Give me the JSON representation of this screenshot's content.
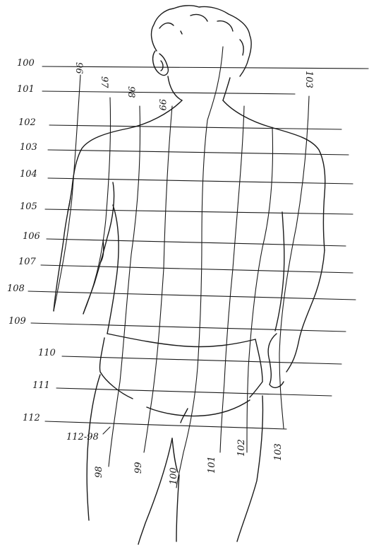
{
  "horizontal_labels": [
    "100",
    "101",
    "102",
    "103",
    "104",
    "105",
    "106",
    "107",
    "108",
    "109",
    "110",
    "111",
    "112"
  ],
  "top_labels": [
    "96",
    "97",
    "98",
    "99",
    "103"
  ],
  "bottom_labels": [
    "112-98",
    "98",
    "99",
    "100",
    "101",
    "102",
    "103"
  ]
}
